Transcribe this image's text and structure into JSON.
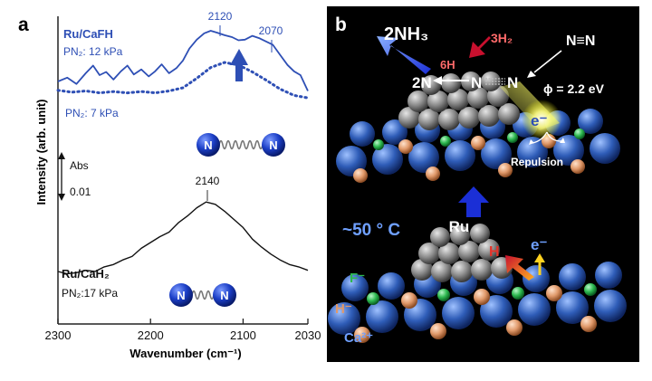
{
  "figure": {
    "panel_a_label": "a",
    "panel_b_label": "b"
  },
  "chart_data": {
    "type": "line",
    "title": "",
    "xlabel": "Wavenumber (cm⁻¹)",
    "ylabel": "Intensity (arb. unit)",
    "x_ticks": [
      "2300",
      "2200",
      "2100",
      "2030"
    ],
    "xlim": [
      2300,
      2030
    ],
    "abs_scale_label": "Abs",
    "abs_scale_value": "0.01",
    "peak_labels": [
      "2120",
      "2070",
      "2140"
    ],
    "series": [
      {
        "name": "Ru/CaFH",
        "pressure_text": "PN₂: 12 kPa",
        "color": "#2e4fb5",
        "style": "solid",
        "x": [
          2300,
          2290,
          2280,
          2270,
          2262,
          2255,
          2248,
          2240,
          2232,
          2225,
          2218,
          2210,
          2202,
          2195,
          2188,
          2180,
          2172,
          2165,
          2158,
          2150,
          2142,
          2135,
          2128,
          2120,
          2112,
          2105,
          2098,
          2090,
          2082,
          2075,
          2068,
          2060,
          2052,
          2045,
          2038,
          2030
        ],
        "y": [
          0.2,
          0.26,
          0.16,
          0.33,
          0.45,
          0.3,
          0.35,
          0.23,
          0.36,
          0.45,
          0.31,
          0.39,
          0.28,
          0.36,
          0.47,
          0.33,
          0.41,
          0.53,
          0.72,
          0.86,
          0.96,
          1.0,
          0.97,
          0.93,
          0.9,
          0.85,
          0.86,
          0.92,
          0.88,
          0.83,
          0.78,
          0.62,
          0.46,
          0.36,
          0.3,
          0.05
        ]
      },
      {
        "name": "Ru/CaFH",
        "pressure_text": "PN₂: 7 kPa",
        "color": "#2e4fb5",
        "style": "dotted",
        "x": [
          2300,
          2285,
          2270,
          2255,
          2240,
          2225,
          2210,
          2195,
          2180,
          2165,
          2150,
          2135,
          2120,
          2105,
          2090,
          2075,
          2060,
          2045,
          2030
        ],
        "y": [
          0.06,
          0.03,
          0.05,
          0.02,
          0.04,
          0.02,
          0.04,
          0.02,
          0.05,
          0.1,
          0.25,
          0.42,
          0.5,
          0.46,
          0.35,
          0.22,
          0.08,
          -0.02,
          -0.06
        ]
      },
      {
        "name": "Ru/CaH₂",
        "pressure_text": "PN₂:17 kPa",
        "color": "#111111",
        "style": "solid",
        "x": [
          2300,
          2290,
          2280,
          2270,
          2260,
          2250,
          2240,
          2230,
          2220,
          2210,
          2200,
          2190,
          2180,
          2170,
          2160,
          2150,
          2140,
          2130,
          2120,
          2110,
          2100,
          2090,
          2080,
          2070,
          2060,
          2050,
          2040,
          2030
        ],
        "y": [
          0.0,
          -0.02,
          -0.01,
          0.01,
          0.0,
          0.04,
          0.06,
          0.1,
          0.13,
          0.2,
          0.25,
          0.3,
          0.34,
          0.42,
          0.48,
          0.55,
          0.6,
          0.58,
          0.52,
          0.45,
          0.38,
          0.28,
          0.21,
          0.15,
          0.1,
          0.06,
          0.04,
          0.01
        ]
      }
    ]
  },
  "panel_b": {
    "product": "2NH₃",
    "hydrogen": "3H₂",
    "six_h": "6H",
    "nitrogen_atoms": "2N",
    "n_atom": "N",
    "n2_molecule": "N≡N",
    "work_function": "ϕ = 2.2 eV",
    "electron": "e⁻",
    "repulsion": "Repulsion",
    "temperature": "~50 ° C",
    "ru": "Ru",
    "h_atom": "H",
    "fluoride": "F⁻",
    "hydride": "H⁻",
    "calcium": "Ca²⁺",
    "colors": {
      "background": "#000000",
      "ca_blue": "#2f5db8",
      "f_green": "#2db84f",
      "h_orange": "#e0996a",
      "ru_gray": "#8c8c8c",
      "arrow_blue": "#1b2fd6",
      "hydrogen_red": "#c8102e"
    }
  }
}
